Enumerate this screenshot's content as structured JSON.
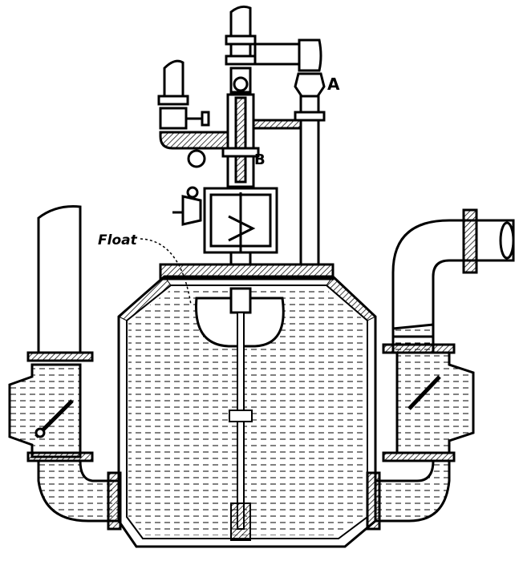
{
  "diagram": {
    "labels": {
      "a": "A",
      "b": "B",
      "float": "Float"
    },
    "colors": {
      "ink": "#000000",
      "paper": "#ffffff"
    }
  }
}
